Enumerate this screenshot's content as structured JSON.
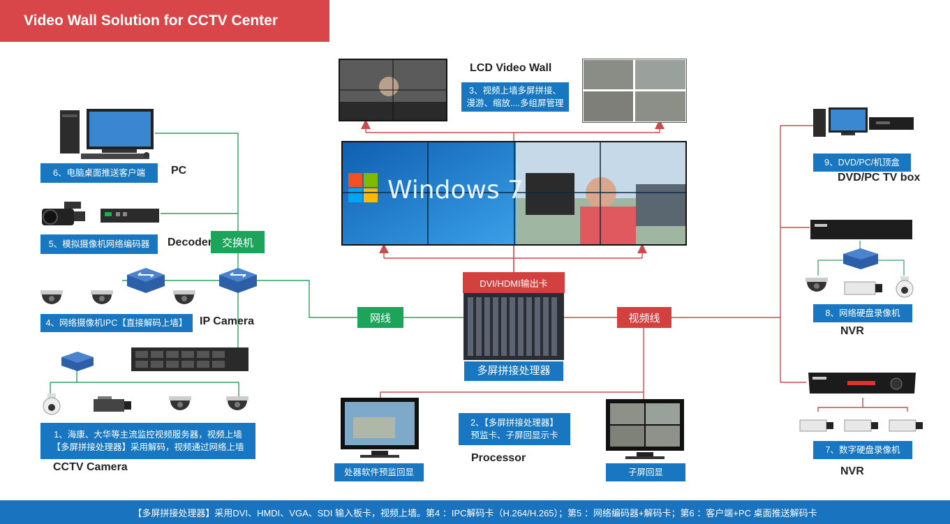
{
  "title": "Video Wall Solution for CCTV Center",
  "footer": "【多屏拼接处理器】采用DVI、HMDI、VGA、SDI 输入板卡，视频上墙。第4 ：IPC解码卡（H.264/H.265）；第5 ：网络编码器+解码卡；第6 ：客户端+PC 桌面推送解码卡",
  "wall": {
    "title": "LCD Video Wall",
    "note_line1": "3、视频上墙多屏拼接、",
    "note_line2": "漫游、缩放....多组屏管理",
    "windows_text": "Windows 7"
  },
  "left": {
    "pc_label": "6、电脑桌面推送客户端",
    "pc_caption": "PC",
    "decoder_label": "5、模拟摄像机网络编码器",
    "decoder_caption": "Decoder",
    "switch_label": "交换机",
    "ipcam_label": "4、网络摄像机IPC【直接解码上墙】",
    "ipcam_caption": "IP Camera",
    "cctv_line1": "1、海康、大华等主流监控视频服务器，视频上墙",
    "cctv_line2": "【多屏拼接处理器】采用解码，视频通过网络上墙",
    "cctv_caption": "CCTV Camera"
  },
  "center": {
    "net_label": "网线",
    "video_label": "视频线",
    "output_card": "DVI/HDMI输出卡",
    "processor_label": "多屏拼接处理器",
    "processor_note_line1": "2、【多屏拼接处理器】",
    "processor_note_line2": "预监卡、子屏回显示卡",
    "processor_caption": "Processor",
    "preview_label": "处器软件预监回显",
    "sub_label": "子屏回显"
  },
  "right": {
    "dvd_label": "9、DVD/PC/机顶盒",
    "dvd_caption": "DVD/PC TV box",
    "nvr8_label": "8、网络硬盘录像机",
    "nvr8_caption": "NVR",
    "nvr7_label": "7、数字硬盘录像机",
    "nvr7_caption": "NVR"
  },
  "colors": {
    "title_bg": "#d9464a",
    "label_blue": "#1877c0",
    "label_green": "#1ba45a",
    "label_red": "#d2413f",
    "net_line": "#2aa25f",
    "video_line": "#c94c4c"
  }
}
